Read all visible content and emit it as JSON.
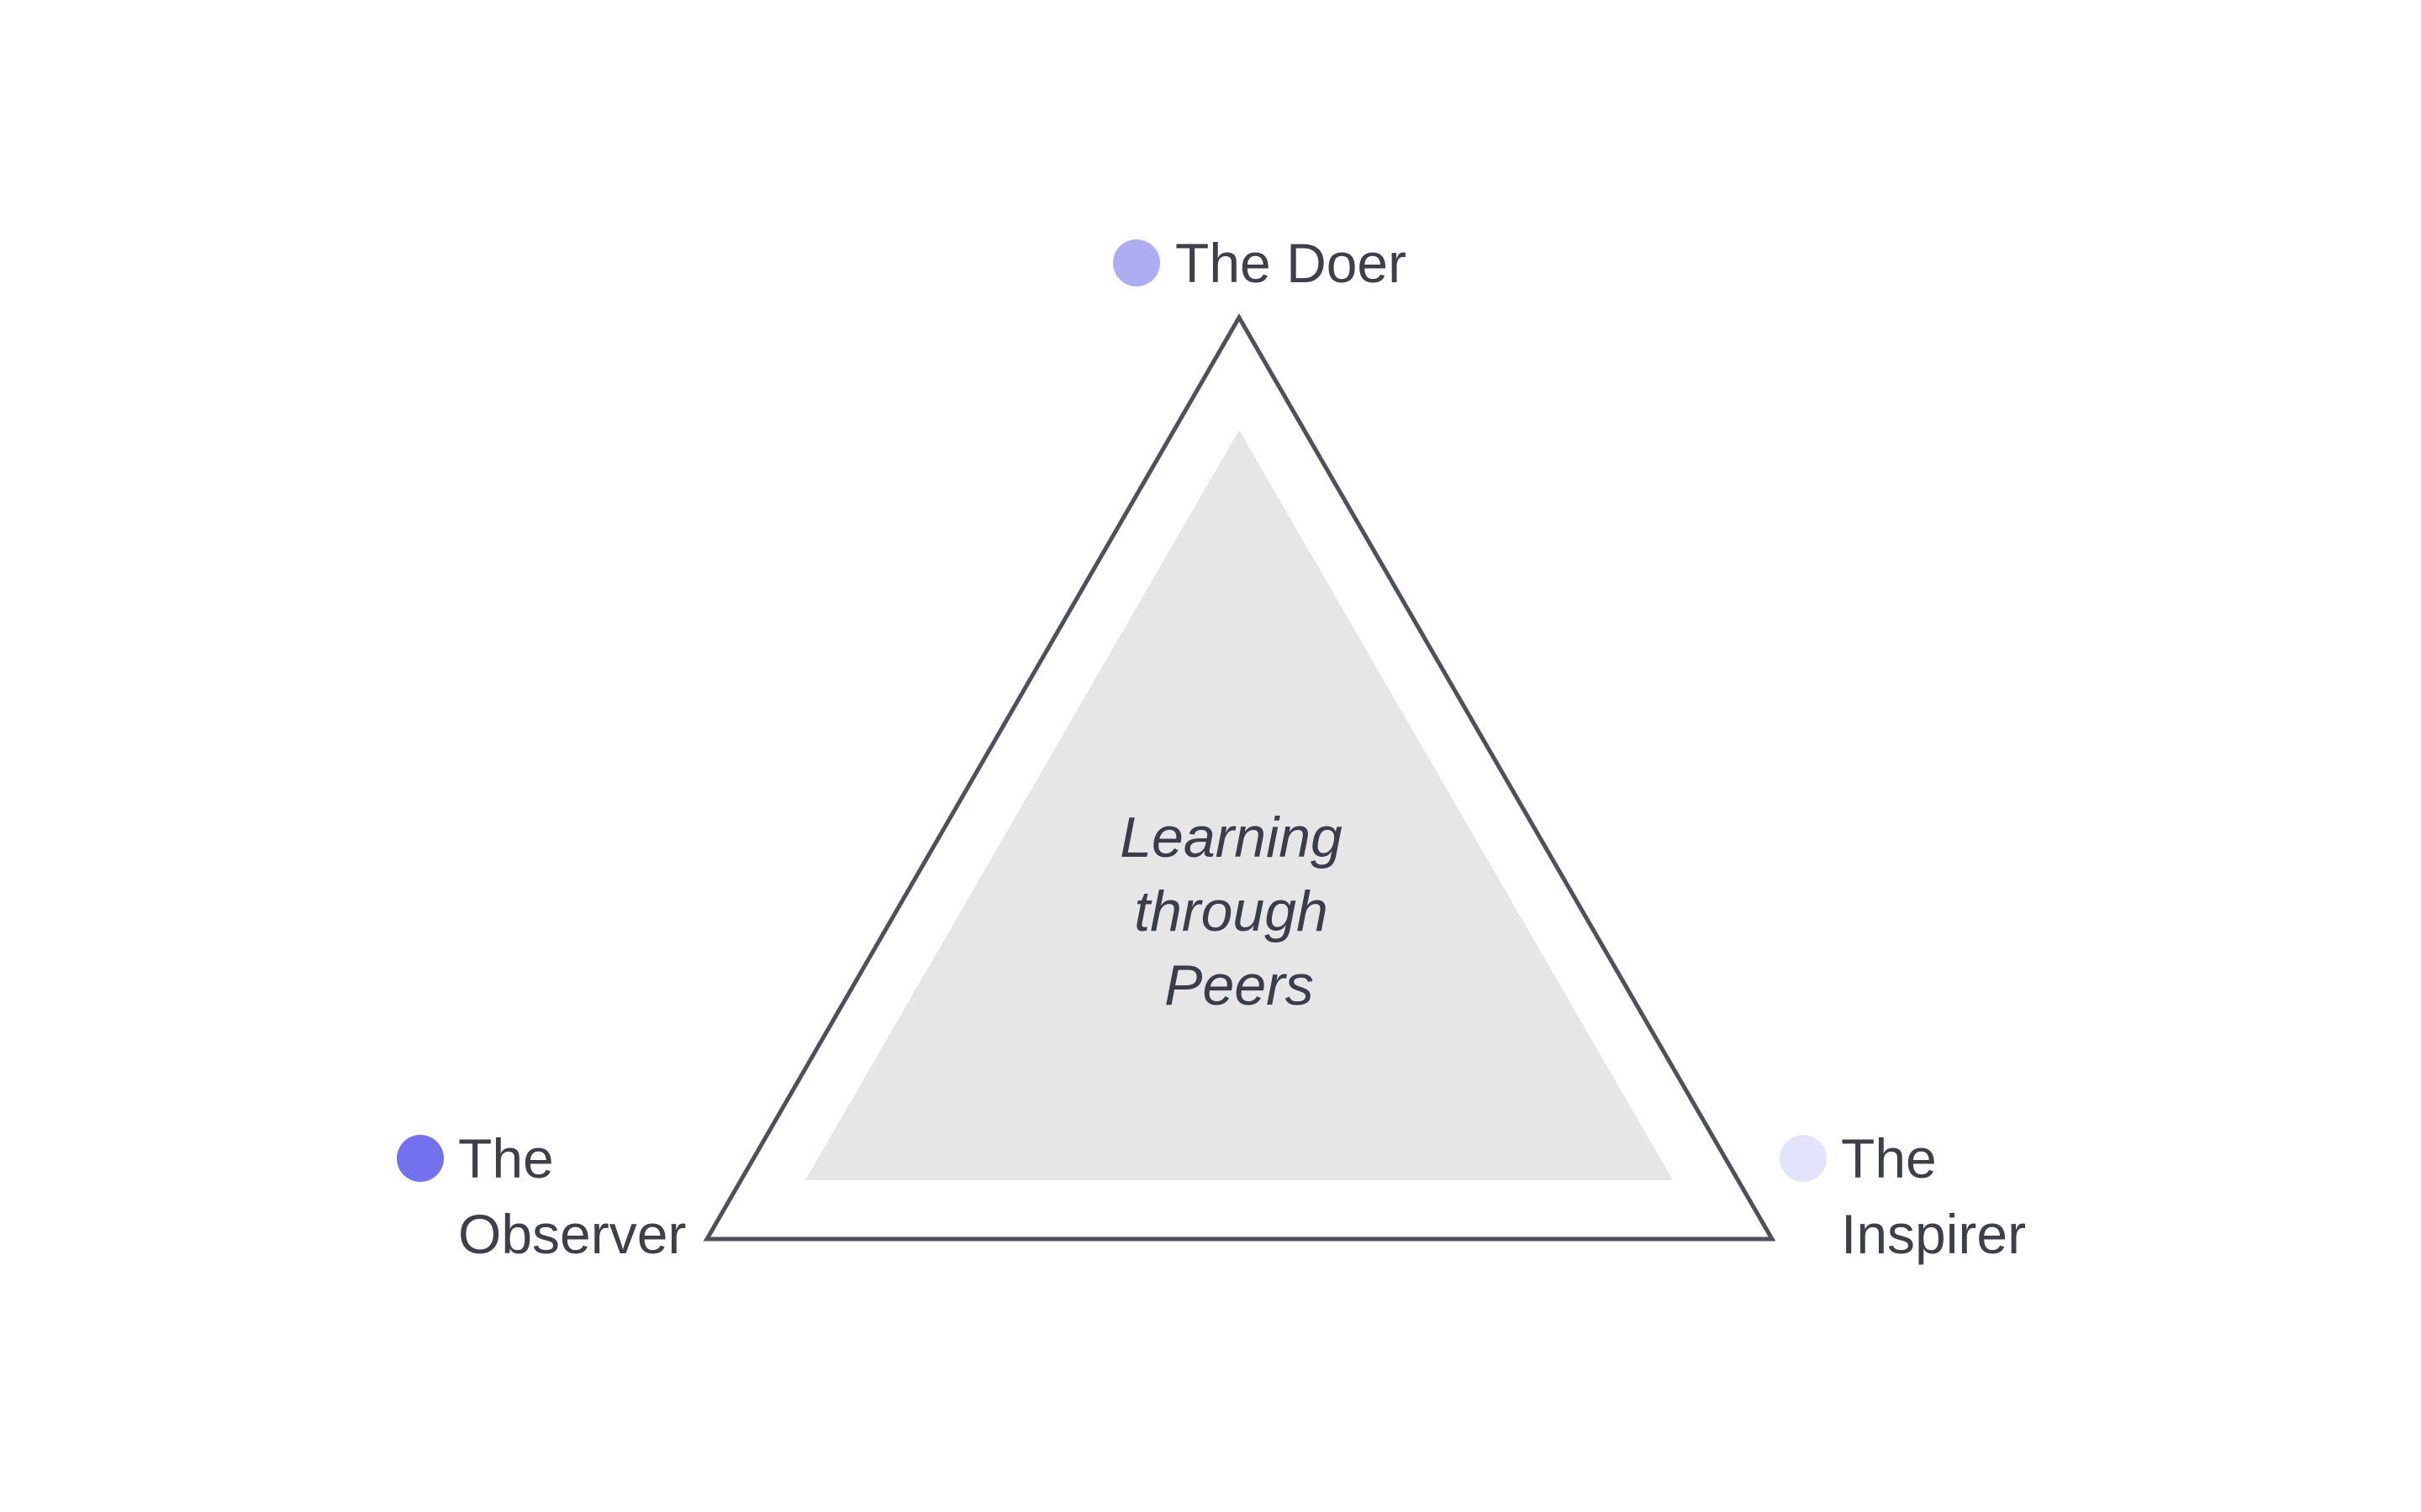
{
  "diagram": {
    "center_lines": [
      "Learning",
      "through",
      "Peers"
    ],
    "roles": [
      {
        "line1": "The Doer",
        "line2": "",
        "color": "#aeacf2"
      },
      {
        "line1": "The",
        "line2": "Observer",
        "color": "#7371ee"
      },
      {
        "line1": "The",
        "line2": "Inspirer",
        "color": "#e4e3fc"
      }
    ],
    "colors": {
      "outline": "#50505a",
      "inner_fill": "#e6e6e6",
      "background": "#ffffff"
    }
  }
}
